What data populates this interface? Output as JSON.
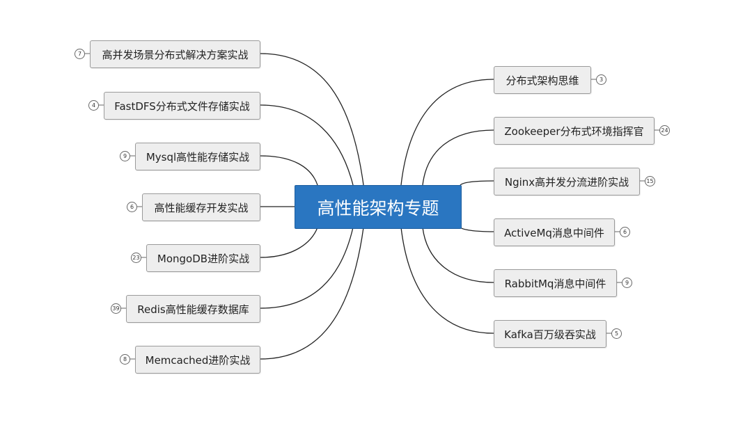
{
  "central_topic": "高性能架构专题",
  "colors": {
    "central_fill": "#2a76c1",
    "node_fill": "#eeeeee",
    "node_border": "#9a9a9a",
    "connector": "#222222"
  },
  "left_branches": [
    {
      "label": "高并发场景分布式解决方案实战",
      "count": "7"
    },
    {
      "label": "FastDFS分布式文件存储实战",
      "count": "4"
    },
    {
      "label": "Mysql高性能存储实战",
      "count": "9"
    },
    {
      "label": "高性能缓存开发实战",
      "count": "6"
    },
    {
      "label": "MongoDB进阶实战",
      "count": "23"
    },
    {
      "label": "Redis高性能缓存数据库",
      "count": "39"
    },
    {
      "label": "Memcached进阶实战",
      "count": "8"
    }
  ],
  "right_branches": [
    {
      "label": "分布式架构思维",
      "count": "3"
    },
    {
      "label": "Zookeeper分布式环境指挥官",
      "count": "24"
    },
    {
      "label": "Nginx高并发分流进阶实战",
      "count": "15"
    },
    {
      "label": "ActiveMq消息中间件",
      "count": "6"
    },
    {
      "label": "RabbitMq消息中间件",
      "count": "9"
    },
    {
      "label": "Kafka百万级吞实战",
      "count": "5"
    }
  ]
}
